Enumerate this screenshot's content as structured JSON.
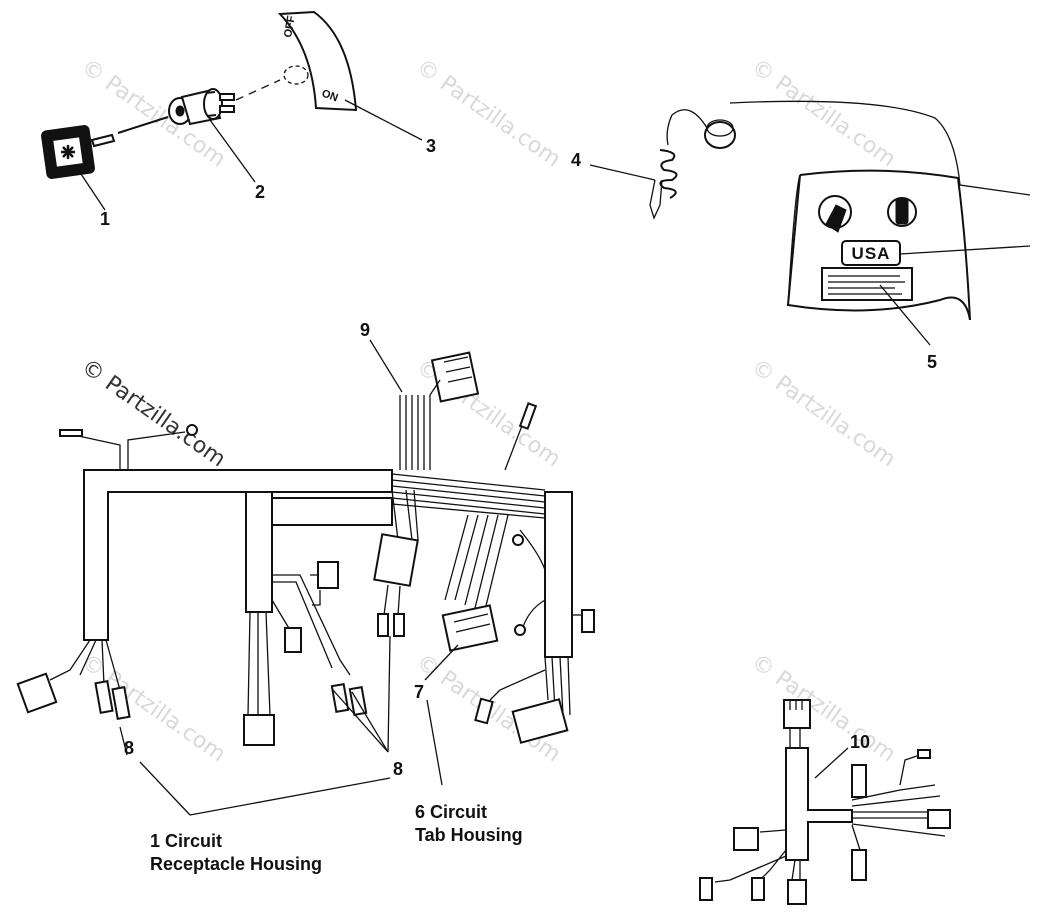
{
  "watermark": "© Partzilla.com",
  "switch_plate": {
    "off_label": "OFF",
    "on_label": "ON"
  },
  "dash_badge": "USA",
  "callouts": {
    "c1": "1",
    "c2": "2",
    "c3": "3",
    "c4": "4",
    "c5": "5",
    "c7": "7",
    "c8a": "8",
    "c8b": "8",
    "c9": "9",
    "c10": "10"
  },
  "captions": {
    "receptacle_line1": "1 Circuit",
    "receptacle_line2": "Receptacle Housing",
    "tab_line1": "6 Circuit",
    "tab_line2": "Tab Housing"
  }
}
